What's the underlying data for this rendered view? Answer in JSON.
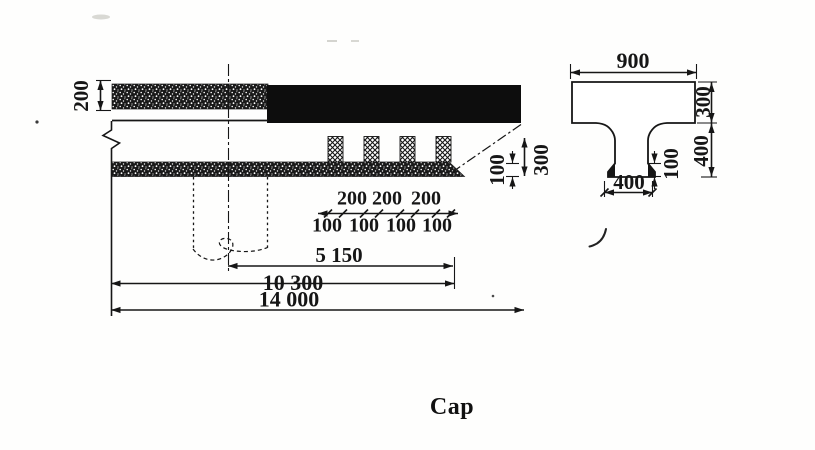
{
  "figure": {
    "caption": "Cap",
    "colors": {
      "ink": "#161616",
      "paper": "#ffffff"
    },
    "elevation": {
      "slab_thickness": "200",
      "stud_gap_labels": [
        "200",
        "200",
        "200"
      ],
      "stud_width_labels": [
        "100",
        "100",
        "100",
        "100"
      ],
      "pad_thickness": "100",
      "stud_zone_height": "300",
      "dim_half_span": "5 150",
      "dim_span": "10 300",
      "dim_total": "14 000"
    },
    "cross_section": {
      "top_width": "900",
      "flange_depth": "300",
      "web_depth": "400",
      "bottom_width": "400",
      "chamfer_height": "100"
    }
  }
}
